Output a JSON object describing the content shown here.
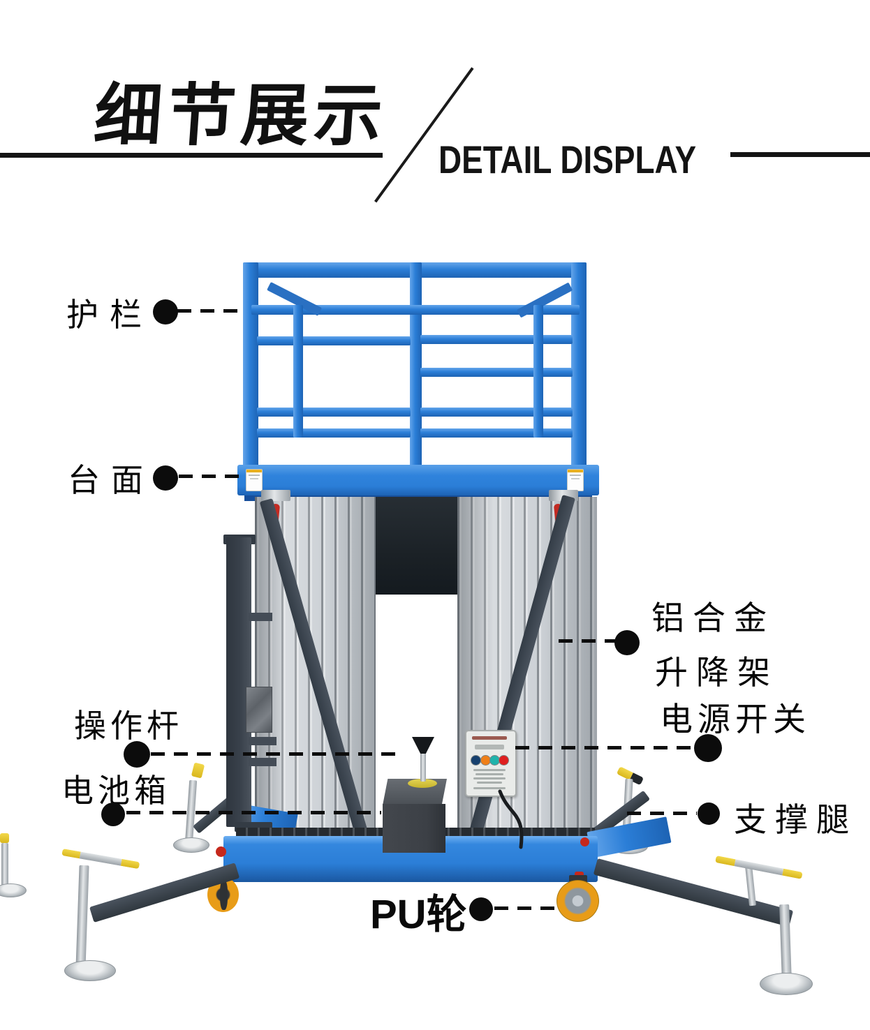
{
  "header": {
    "title": "细节展示",
    "subtitle": "DETAIL DISPLAY"
  },
  "callouts": {
    "guardrail": "护栏",
    "platform": "台面",
    "control_lever": "操作杆",
    "battery_box": "电池箱",
    "lift_frame": [
      "铝合金",
      "升降架"
    ],
    "power_switch": "电源开关",
    "support_leg": "支撑腿",
    "pu_wheel": "PU轮"
  },
  "colors": {
    "machine_blue": "#2b7ed7",
    "mast_silver": "#c9ced3",
    "frame_dark": "#3a434e",
    "wheel_orange": "#e89c18",
    "accent_red": "#c5281c",
    "handle_yellow": "#e8c832",
    "callout_black": "#0c0c0c",
    "panel_buttons": [
      "#16406e",
      "#ef7f18",
      "#1fb3ab",
      "#df1f1f"
    ]
  }
}
